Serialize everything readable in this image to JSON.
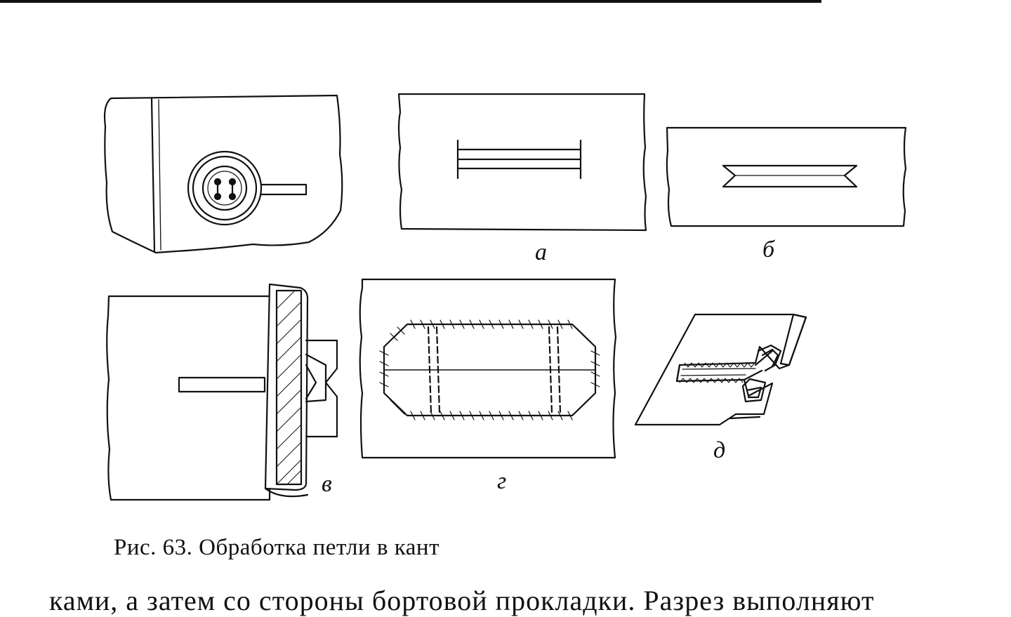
{
  "figure": {
    "labels": {
      "a": "а",
      "b": "б",
      "v": "в",
      "g": "г",
      "d": "д"
    }
  },
  "caption": "Рис. 63. Обработка петли в кант",
  "body_text": "ками, а затем со стороны бортовой прокладки. Разрез выполняют"
}
